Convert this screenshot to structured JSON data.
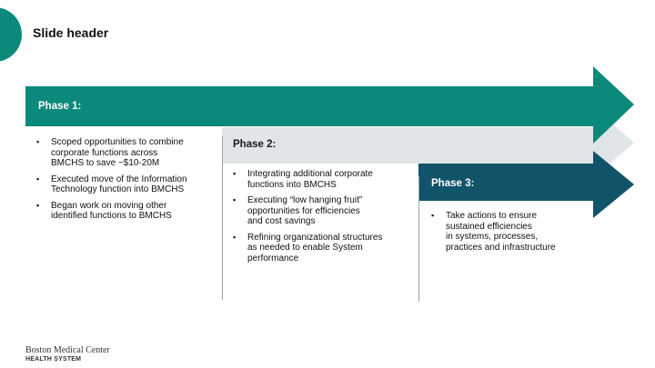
{
  "slide": {
    "title": "Slide header"
  },
  "phases": [
    {
      "label": "Phase 1:",
      "color": "#0b8a7b",
      "bullets": [
        "Scoped opportunities to combine\ncorporate functions across\nBMCHS to save ~$10-20M",
        "Executed move of the Information\nTechnology function into BMCHS",
        "Began work on moving other\nidentified functions to BMCHS"
      ]
    },
    {
      "label": "Phase 2:",
      "color": "#e0e6e8",
      "bullets": [
        "Integrating additional corporate\nfunctions into BMCHS",
        "Executing “low hanging fruit”\nopportunities for efficiencies\nand cost savings",
        "Refining organizational structures\nas needed to enable System\nperformance"
      ]
    },
    {
      "label": "Phase 3:",
      "color": "#11546a",
      "bullets": [
        "Take actions to ensure\nsustained efficiencies\nin systems, processes,\npractices and infrastructure"
      ]
    }
  ],
  "footer": {
    "line1": "Boston Medical Center",
    "line2": "HEALTH SYSTEM"
  }
}
